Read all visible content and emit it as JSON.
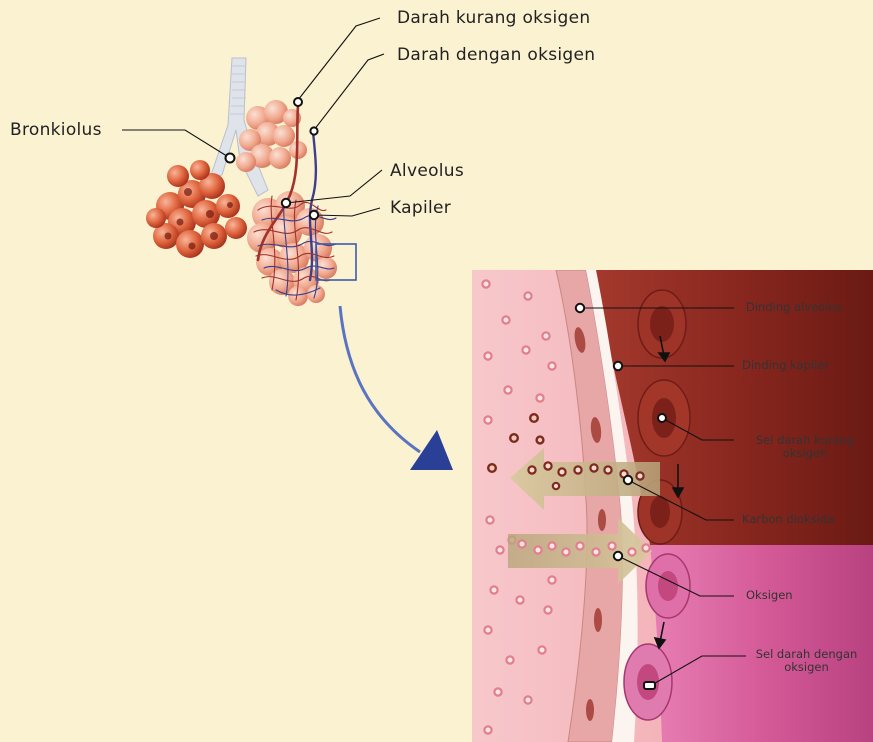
{
  "labels": {
    "darah_kurang_oksigen": "Darah kurang oksigen",
    "darah_dengan_oksigen": "Darah dengan oksigen",
    "bronkiolus": "Bronkiolus",
    "alveolus": "Alveolus",
    "kapiler": "Kapiler",
    "dinding_alveolus": "Dinding alveolus",
    "dinding_kapiler": "Dinding kapiler",
    "sel_darah_kurang_1": "Sel darah kurang",
    "sel_darah_kurang_2": "oksigen",
    "karbon_dioksida": "Karbon dioksida",
    "oksigen": "Oksigen",
    "sel_darah_dengan_1": "Sel darah dengan",
    "sel_darah_dengan_2": "oksigen"
  },
  "colors": {
    "background": "#fbf2d2",
    "alveolus_tissue": "#f4b9bf",
    "deoxygenated_blood": "#8e2a22",
    "oxygenated_blood": "#d8609c",
    "lung_cluster": "#e0673f",
    "arrow": "#c9b88d",
    "pointer_arrow": "#2a3f96"
  },
  "icons": [
    "bronchus-tree",
    "alveoli-cluster",
    "capillary-net",
    "zoom-box",
    "zoom-arrow",
    "gas-exchange-arrow"
  ]
}
